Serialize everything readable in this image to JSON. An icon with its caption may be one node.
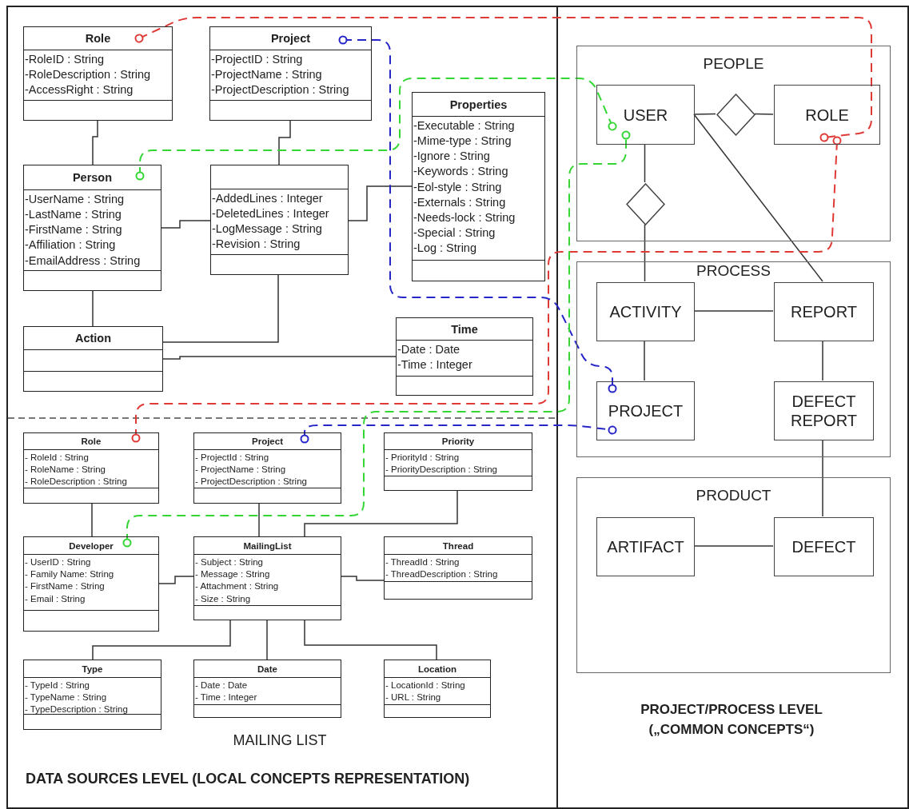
{
  "diagram": {
    "nodes": [
      {
        "text": [
          "Role",
          "-RoleID : String",
          "-RoleDescription : String",
          "-AccessRight : String"
        ]
      },
      {
        "text": [
          "Project",
          "-ProjectID : String",
          "-ProjectName : String",
          "-ProjectDescription : String"
        ]
      },
      {
        "text": [
          "Properties",
          "-Executable : String",
          "-Mime-type : String",
          "-Ignore : String",
          "-Keywords : String",
          "-Eol-style : String",
          "-Externals : String",
          "-Needs-lock : String",
          "-Special : String",
          "-Log : String"
        ]
      },
      {
        "text": [
          "Person",
          "-UserName : String",
          "-LastName : String",
          "-FirstName : String",
          "-Affiliation : String",
          "-EmailAddress : String"
        ]
      },
      {
        "text": [
          "-AddedLines : Integer",
          "-DeletedLines : Integer",
          "-LogMessage : String",
          "-Revision : String"
        ]
      },
      {
        "text": [
          "Action"
        ]
      },
      {
        "text": [
          "Time",
          "-Date : Date",
          "-Time : Integer"
        ]
      },
      {
        "text": [
          "Role",
          "- RoleId : String",
          "- RoleName : String",
          "- RoleDescription : String"
        ]
      },
      {
        "text": [
          "Project",
          "- ProjectId : String",
          "- ProjectName : String",
          "- ProjectDescription : String"
        ]
      },
      {
        "text": [
          "Priority",
          "- PriorityId : String",
          "- PriorityDescription : String"
        ]
      },
      {
        "text": [
          "Developer",
          "- UserID : String",
          "- Family Name: String",
          "- FirstName : String",
          "- Email : String"
        ]
      },
      {
        "text": [
          "MailingList",
          "- Subject : String",
          "- Message : String",
          "- Attachment : String",
          "- Size : String"
        ]
      },
      {
        "text": [
          "Thread",
          "- ThreadId : String",
          "- ThreadDescription : String"
        ]
      },
      {
        "text": [
          "Type",
          "- TypeId : String",
          "- TypeName : String",
          "- TypeDescription : String"
        ]
      },
      {
        "text": [
          "Date",
          "- Date : Date",
          "- Time : Integer"
        ]
      },
      {
        "text": [
          "Location",
          "- LocationId : String",
          "- URL : String"
        ]
      },
      {
        "text": [
          "PEOPLE"
        ]
      },
      {
        "text": [
          "USER"
        ],
        "in": 16
      },
      {
        "text": [],
        "shape": "diamond",
        "in": 16
      },
      {
        "text": [
          "ROLE"
        ],
        "in": 16
      },
      {
        "text": [],
        "shape": "diamond",
        "in": 16
      },
      {
        "text": [
          "PROCESS"
        ]
      },
      {
        "text": [
          "ACTIVITY"
        ],
        "in": 21
      },
      {
        "text": [
          "REPORT"
        ],
        "in": 21
      },
      {
        "text": [
          "PROJECT"
        ],
        "in": 21
      },
      {
        "text": [
          "DEFECT REPORT"
        ],
        "in": 21
      },
      {
        "text": [
          "PRODUCT"
        ]
      },
      {
        "text": [
          "ARTIFACT"
        ],
        "in": 26
      },
      {
        "text": [
          "DEFECT"
        ],
        "in": 26
      }
    ],
    "edges": [
      {
        "from": 0,
        "to": 3,
        "arrow": "none"
      },
      {
        "from": 1,
        "to": 4,
        "arrow": "none"
      },
      {
        "from": 3,
        "to": 4,
        "arrow": "none"
      },
      {
        "from": 4,
        "to": 2,
        "arrow": "none"
      },
      {
        "from": 3,
        "to": 5,
        "arrow": "none"
      },
      {
        "from": 4,
        "to": 5,
        "arrow": "none"
      },
      {
        "from": 5,
        "to": 6,
        "arrow": "none"
      },
      {
        "from": 7,
        "to": 10,
        "arrow": "none"
      },
      {
        "from": 8,
        "to": 11,
        "arrow": "none"
      },
      {
        "from": 9,
        "to": 11,
        "arrow": "none"
      },
      {
        "from": 10,
        "to": 11,
        "arrow": "none"
      },
      {
        "from": 11,
        "to": 12,
        "arrow": "none"
      },
      {
        "from": 11,
        "to": 13,
        "arrow": "none"
      },
      {
        "from": 11,
        "to": 14,
        "arrow": "none"
      },
      {
        "from": 11,
        "to": 15,
        "arrow": "none"
      },
      {
        "from": 17,
        "to": 18,
        "arrow": "none"
      },
      {
        "from": 18,
        "to": 19,
        "arrow": "none"
      },
      {
        "from": 17,
        "to": 20,
        "arrow": "none"
      },
      {
        "from": 20,
        "to": 22,
        "arrow": "none"
      },
      {
        "from": 17,
        "to": 23,
        "arrow": "none"
      },
      {
        "from": 22,
        "to": 23,
        "arrow": "none"
      },
      {
        "from": 22,
        "to": 24,
        "arrow": "none"
      },
      {
        "from": 23,
        "to": 25,
        "arrow": "none"
      },
      {
        "from": 25,
        "to": 28,
        "arrow": "none"
      },
      {
        "from": 27,
        "to": 28,
        "arrow": "none"
      },
      {
        "from": 0,
        "to": 19,
        "arrow": "other",
        "style": "dashed",
        "color": "#e03a36"
      },
      {
        "from": 7,
        "to": 19,
        "arrow": "other",
        "style": "dashed",
        "color": "#e03a36"
      },
      {
        "from": 1,
        "to": 24,
        "arrow": "other",
        "style": "dashed",
        "color": "#2626c8"
      },
      {
        "from": 8,
        "to": 24,
        "arrow": "other",
        "style": "dashed",
        "color": "#2626c8"
      },
      {
        "from": 3,
        "to": 17,
        "arrow": "other",
        "style": "dashed",
        "color": "#33d633"
      },
      {
        "from": 10,
        "to": 17,
        "arrow": "other",
        "style": "dashed",
        "color": "#33d633"
      }
    ],
    "labels": [
      "MAILING LIST",
      "DATA SOURCES LEVEL (LOCAL CONCEPTS REPRESENTATION)",
      "PROJECT/PROCESS LEVEL („COMMON CONCEPTS“)"
    ]
  }
}
